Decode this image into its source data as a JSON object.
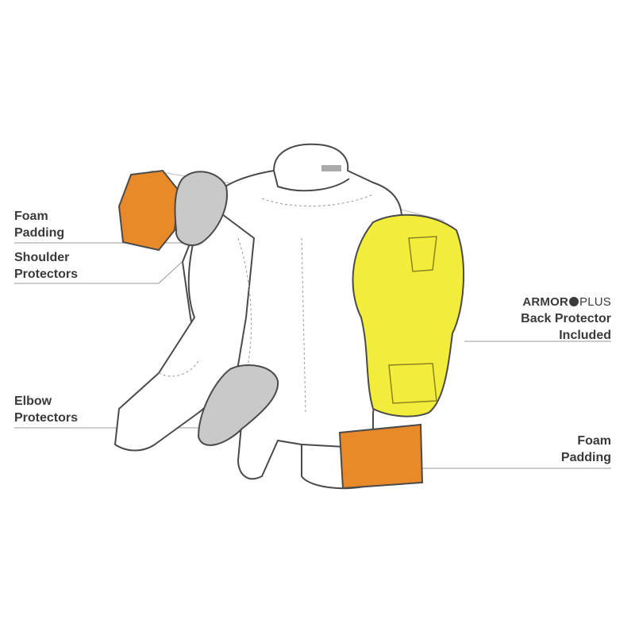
{
  "labels": {
    "foam_padding_left": {
      "line1": "Foam",
      "line2": "Padding"
    },
    "shoulder_protectors": {
      "line1": "Shoulder",
      "line2": "Protectors"
    },
    "elbow_protectors": {
      "line1": "Elbow",
      "line2": "Protectors"
    },
    "back_protector": {
      "brand_bold": "ARMOR",
      "brand_light": "PLUS",
      "line1": "Back Protector",
      "line2": "Included"
    },
    "foam_padding_right": {
      "line1": "Foam",
      "line2": "Padding"
    }
  },
  "colors": {
    "text": "#3a3a3a",
    "foam": "#e8892a",
    "back_protector": "#f2ec3a",
    "protector_gray": "#c9c9c9",
    "outline": "#4a4a4a",
    "leader": "#9a9a9a"
  }
}
